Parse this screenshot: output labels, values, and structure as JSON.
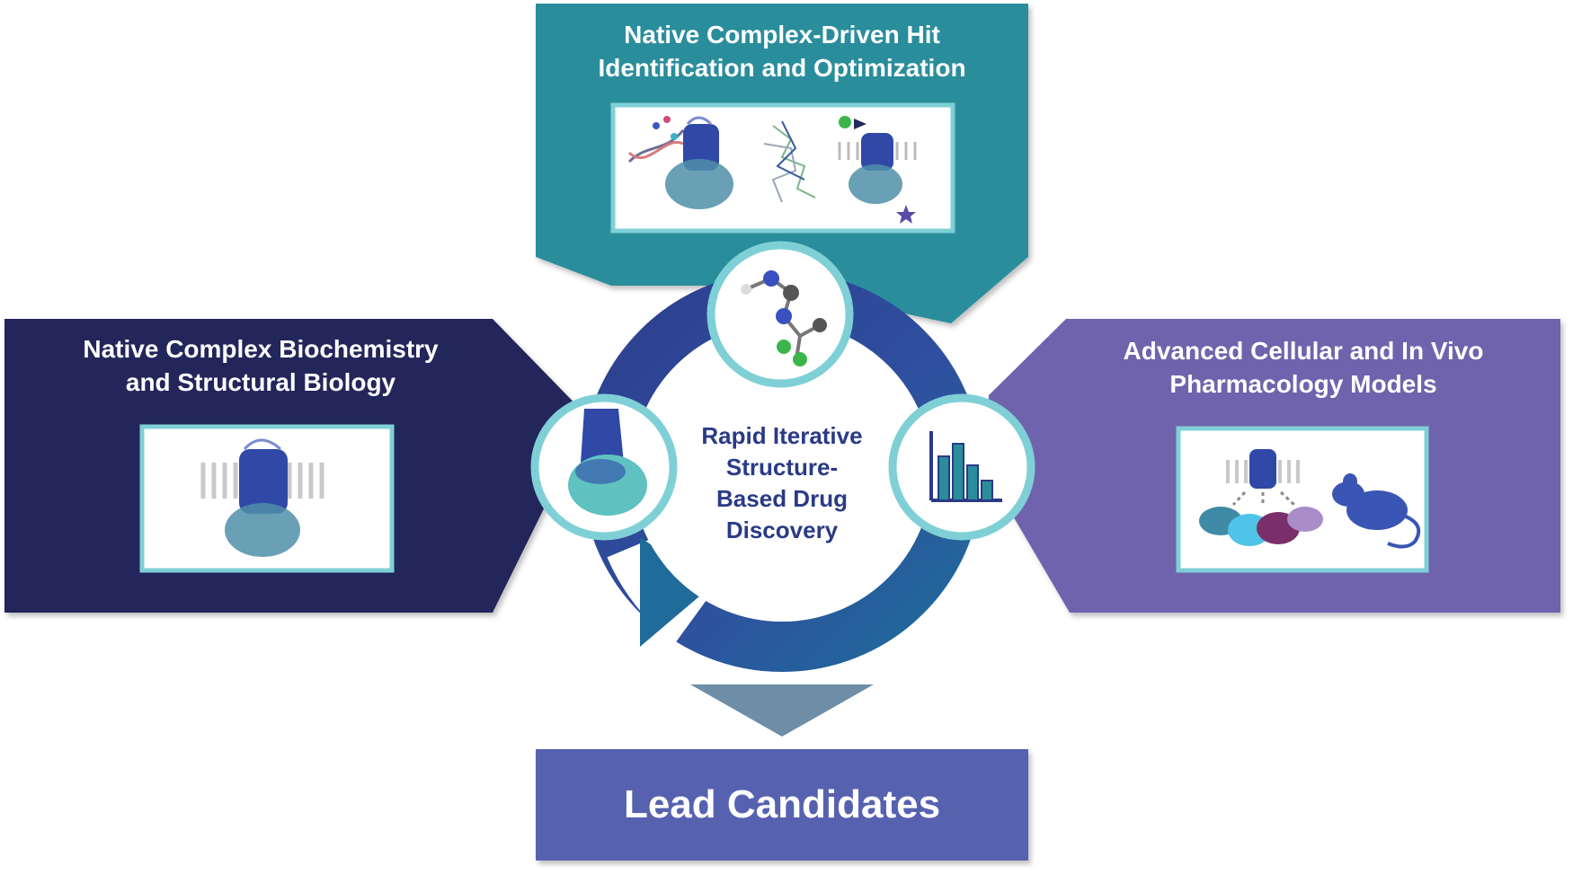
{
  "panels": {
    "top": {
      "title_line1": "Native Complex-Driven Hit",
      "title_line2": "Identification and Optimization",
      "color": "#2a8d9c"
    },
    "left": {
      "title_line1": "Native Complex Biochemistry",
      "title_line2": "and Structural Biology",
      "color": "#22275a"
    },
    "right": {
      "title_line1": "Advanced Cellular and In Vivo",
      "title_line2": "Pharmacology Models",
      "color": "#6f64ad"
    }
  },
  "center": {
    "lines": [
      "Rapid Iterative",
      "Structure-",
      "Based Drug",
      "Discovery"
    ],
    "text_color": "#2a3a86",
    "ring_color": "#2d4e9a",
    "node_border_color": "#7fd0d6"
  },
  "output": {
    "label": "Lead Candidates",
    "color": "#5662b0",
    "arrow_color": "#6e8ea8"
  },
  "icons": {
    "top_panel": [
      "dna-strands-icon",
      "gpcr-membrane-complex-icon",
      "ligand-binding-pocket-icon",
      "gpcr-ligand-screening-icon"
    ],
    "left_panel": [
      "gpcr-membrane-complex-icon"
    ],
    "right_panel": [
      "cell-signaling-complex-icon",
      "mouse-icon"
    ],
    "cycle_nodes": [
      "small-molecule-icon",
      "protein-structure-icon",
      "bar-chart-icon"
    ]
  }
}
